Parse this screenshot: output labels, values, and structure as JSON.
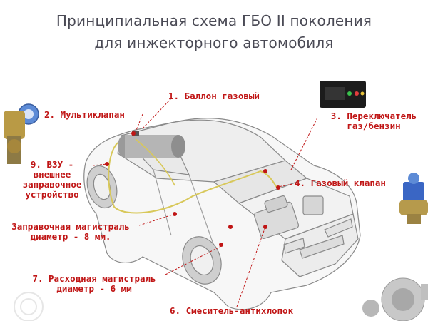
{
  "title": {
    "line1": "Принципиальная схема ГБО II поколения",
    "line2": "для инжекторного автомобиля"
  },
  "colors": {
    "label": "#c01515",
    "title": "#4a4a55",
    "pipe": "#d8c85a"
  },
  "labels": {
    "l1": {
      "text": "1. Баллон газовый"
    },
    "l2": {
      "text": "2. Мультиклапан"
    },
    "l3": {
      "line1": "3. Переключатель",
      "line2": "газ/бензин"
    },
    "l4": {
      "text": "4. Газовый клапан"
    },
    "l6": {
      "text": "6. Смеситель-антихлопок"
    },
    "l7": {
      "line1": "7. Расходная магистраль",
      "line2": "диаметр - 6 мм"
    },
    "l8": {
      "line1": "Заправочная магистраль",
      "line2": "диаметр - 8 мм."
    },
    "l9": {
      "line1": "9. ВЗУ -",
      "line2": "внешнее",
      "line3": "заправочное",
      "line4": "устройство"
    }
  }
}
